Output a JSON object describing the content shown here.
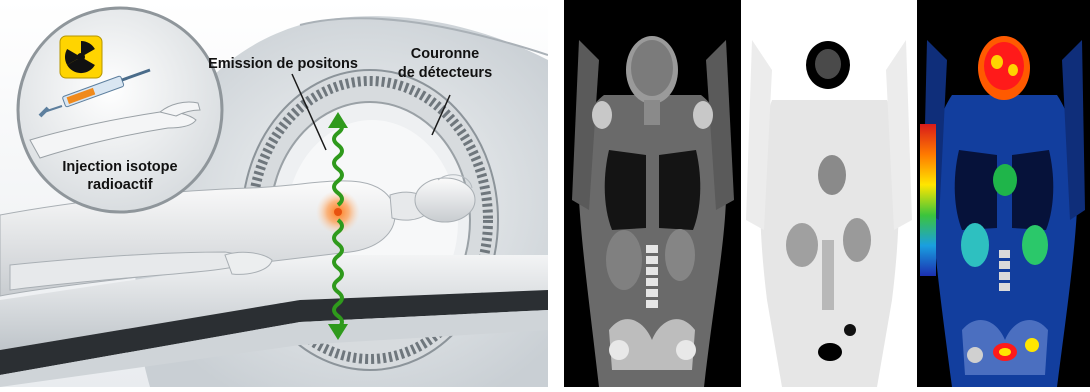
{
  "illustration": {
    "labels": {
      "emission": "Emission de positons",
      "detector_line1": "Couronne",
      "detector_line2": "de détecteurs",
      "injection_line1": "Injection isotope",
      "injection_line2": "radioactif"
    },
    "icons": [
      "radiation-hazard-icon",
      "syringe-icon"
    ],
    "colors": {
      "wave": "#2f9a1c",
      "radiation_bg": "#ffd400",
      "arrow": "#c43d1a"
    }
  },
  "scans": [
    {
      "name": "ct-scan",
      "modality": "CT"
    },
    {
      "name": "pet-scan",
      "modality": "PET"
    },
    {
      "name": "pet-ct-fusion-scan",
      "modality": "PET/CT"
    }
  ],
  "colorbar": {
    "colors": [
      "#d81b1b",
      "#ff7a00",
      "#ffe600",
      "#3cc43c",
      "#1a9fe0",
      "#1b2fb0"
    ]
  }
}
